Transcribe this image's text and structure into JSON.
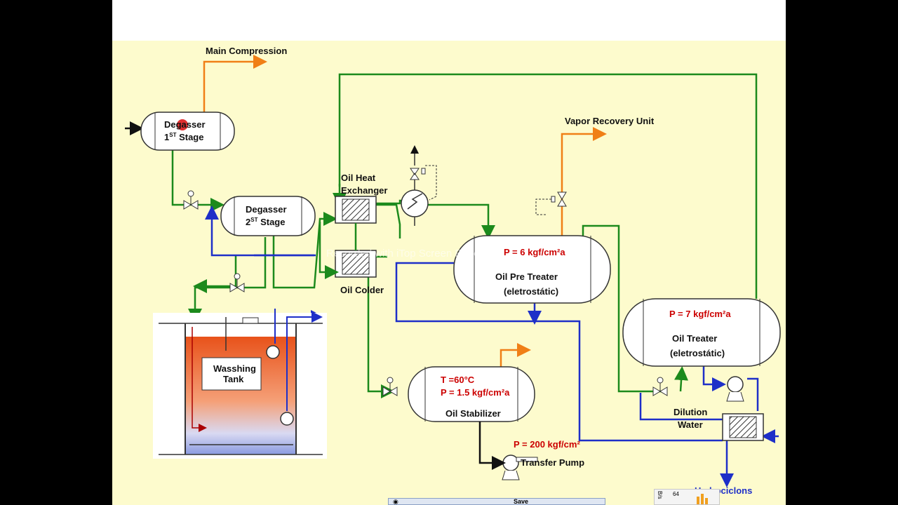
{
  "diagram": {
    "main_compression": "Main Compression",
    "degasser1_line1": "Degasser",
    "degasser1_line2": "1",
    "degasser1_sup": "ST",
    "degasser1_line2b": " Stage",
    "degasser2_line1": "Degasser",
    "degasser2_line2": "2",
    "degasser2_sup": "ST",
    "degasser2_line2b": " Stage",
    "oil_heat_exchanger_line1": "Oil Heat",
    "oil_heat_exchanger_line2": "Exchanger",
    "oil_colder": "Oil Colder",
    "washing_tank_line1": "Wasshing",
    "washing_tank_line2": "Tank",
    "vapor_recovery_unit": "Vapor Recovery Unit",
    "pre_treater_pressure": "P = 6 kgf/cm²a",
    "oil_pre_treater_line1": "Oil Pre Treater",
    "oil_pre_treater_line2": "(eletrostátic)",
    "treater_pressure": "P = 7 kgf/cm²a",
    "oil_treater_line1": "Oil Treater",
    "oil_treater_line2": "(eletrostátic)",
    "stabilizer_temp": "T =60°C",
    "stabilizer_pressure": "P = 1.5 kgf/cm²a",
    "oil_stabilizer": "Oil Stabilizer",
    "transfer_pressure": "P = 200 kgf/cm²",
    "transfer_pump": "Transfer Pump",
    "dilution_water_line1": "Dilution",
    "dilution_water_line2": "Water",
    "hydrociclons": "Hydrociclons"
  },
  "watermark": "Recorded with iTop Screen Recorder",
  "taskbar": {
    "save_label": "Save"
  },
  "speed_widget": {
    "unit": "B/s",
    "value": "64"
  },
  "colors": {
    "background": "#fdfbcd",
    "gas_line": "#f07f16",
    "oil_line": "#1c8a1c",
    "water_line": "#1e2fc8",
    "vessel_fill": "#ffffff",
    "pressure_text": "#cc0000",
    "cursor_marker": "#e03030"
  }
}
